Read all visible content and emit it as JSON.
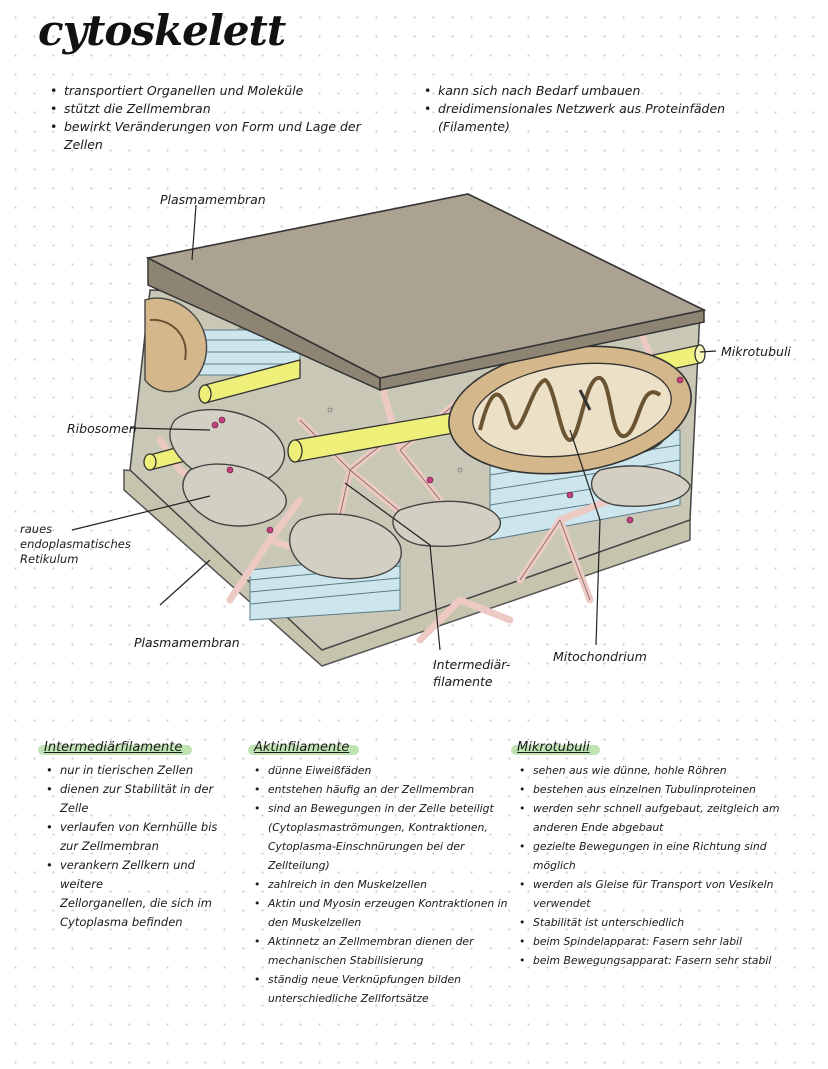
{
  "title": "cytoskelett",
  "intro_left": [
    "transportiert Organellen und Moleküle",
    "stützt die Zellmembran",
    "bewirkt Veränderungen von Form und Lage der Zellen"
  ],
  "intro_right": [
    "kann sich nach Bedarf umbauen",
    "dreidimensionales Netzwerk aus Proteinfäden",
    "(Filamente)"
  ],
  "labels": {
    "plasmamembran_top": "Plasmamembran",
    "mikrotubuli": "Mikrotubuli",
    "ribosomen": "Ribosomen",
    "raues_er": [
      "raues",
      "endoplasmatisches",
      "Retikulum"
    ],
    "plasmamembran_bottom": "Plasmamembran",
    "intermediaer": [
      "Intermediär-",
      "filamente"
    ],
    "mitochondrium": "Mitochondrium"
  },
  "colors": {
    "membrane": "#aca291",
    "membrane_dark": "#8d8473",
    "base": "#c7c4ad",
    "cytoplasm": "#c9c8b6",
    "microtubule": "#eef07a",
    "filament_blue": "#cde6ee",
    "intermediate": "#ecc9c3",
    "mito_outer": "#d4b88c",
    "highlight": "#bfe3b2"
  },
  "columns": [
    {
      "heading": "Intermediärfilamente",
      "items": [
        {
          "text": "nur in tierischen Zellen"
        },
        {
          "text": "dienen zur Stabilität in der"
        },
        {
          "text": "Zelle",
          "cont": true
        },
        {
          "text": "verlaufen von Kernhülle bis"
        },
        {
          "text": "zur Zellmembran",
          "cont": true
        },
        {
          "text": "verankern Zellkern und weitere"
        },
        {
          "text": "Zellorganellen, die sich im",
          "cont": true
        },
        {
          "text": "Cytoplasma befinden",
          "cont": true
        }
      ]
    },
    {
      "heading": "Aktinfilamente",
      "items": [
        {
          "text": "dünne Eiweißfäden"
        },
        {
          "text": "entstehen häufig an der Zellmembran"
        },
        {
          "text": "sind an Bewegungen in der Zelle beteiligt"
        },
        {
          "text": "(Cytoplasmaströmungen, Kontraktionen,",
          "cont": true
        },
        {
          "text": "Cytoplasma-Einschnürungen bei der Zellteilung)",
          "cont": true
        },
        {
          "text": "zahlreich in den Muskelzellen"
        },
        {
          "text": "Aktin und Myosin erzeugen Kontraktionen in"
        },
        {
          "text": "den Muskelzellen",
          "cont": true
        },
        {
          "text": "Aktinnetz an Zellmembran dienen der"
        },
        {
          "text": "mechanischen Stabilisierung",
          "cont": true
        },
        {
          "text": "ständig neue Verknüpfungen bilden"
        },
        {
          "text": "unterschiedliche Zellfortsätze",
          "cont": true
        }
      ]
    },
    {
      "heading": "Mikrotubuli",
      "items": [
        {
          "text": "sehen aus wie dünne, hohle Röhren"
        },
        {
          "text": "bestehen aus einzelnen Tubulinproteinen"
        },
        {
          "text": "werden sehr schnell aufgebaut, zeitgleich am"
        },
        {
          "text": "anderen Ende abgebaut",
          "cont": true
        },
        {
          "text": "gezielte Bewegungen in eine Richtung sind"
        },
        {
          "text": "möglich",
          "cont": true
        },
        {
          "text": "werden als Gleise für Transport von Vesikeln"
        },
        {
          "text": "verwendet",
          "cont": true
        },
        {
          "text": "Stabilität ist unterschiedlich"
        },
        {
          "text": "beim Spindelapparat: Fasern sehr labil"
        },
        {
          "text": "beim Bewegungsapparat: Fasern sehr stabil"
        }
      ]
    }
  ]
}
